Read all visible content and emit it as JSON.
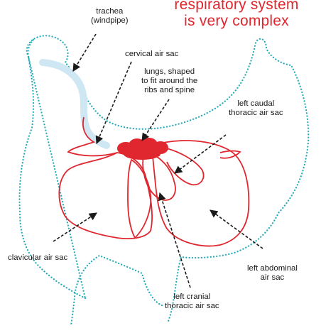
{
  "headline": {
    "line1": "respiratory system",
    "line2": "is very complex",
    "color": "#e0262e"
  },
  "labels": {
    "trachea": [
      "trachea",
      "(windpipe)"
    ],
    "cervical": [
      "cervical air sac"
    ],
    "lungs": [
      "lungs, shaped",
      "to fit around the",
      "ribs and spine"
    ],
    "left_caudal": [
      "left caudal",
      "thoracic air sac"
    ],
    "clavicular": [
      "clavicular air sac"
    ],
    "left_abdominal": [
      "left abdominal",
      "air sac"
    ],
    "left_cranial": [
      "left cranial",
      "thoracic air sac"
    ]
  },
  "colors": {
    "outline": "#21a9b6",
    "trachea": "#cfe7f3",
    "air_sac": "#e0262e",
    "lung_fill": "#e0262e",
    "arrow": "#1a1a1a"
  }
}
